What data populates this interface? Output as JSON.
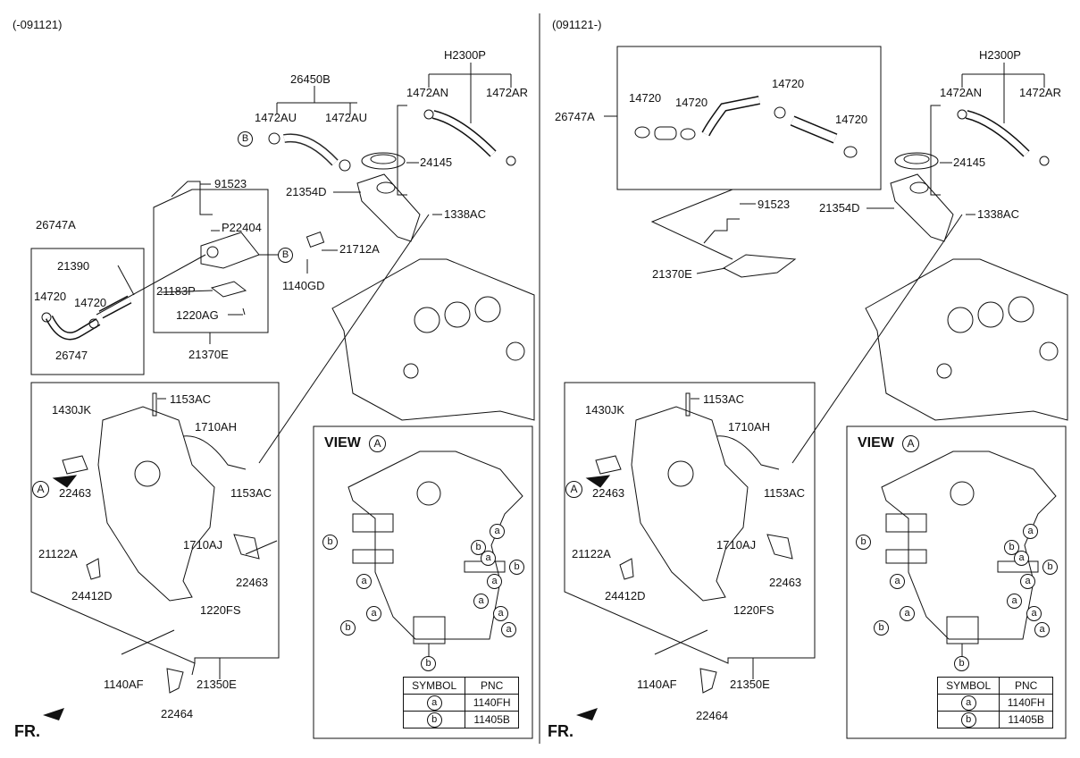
{
  "left": {
    "date_code": "(-091121)",
    "labels": {
      "h2300p": "H2300P",
      "p26450b": "26450B",
      "p1472au_a": "1472AU",
      "p1472au_b": "1472AU",
      "p1472an": "1472AN",
      "p1472ar": "1472AR",
      "p91523": "91523",
      "p24145": "24145",
      "p21354d": "21354D",
      "p1338ac": "1338AC",
      "p26747a": "26747A",
      "p22404": "P22404",
      "p21712a": "21712A",
      "p21390": "21390",
      "p14720_a": "14720",
      "p14720_b": "14720",
      "p21183p": "21183P",
      "p1140gd": "1140GD",
      "p1220ag": "1220AG",
      "p26747": "26747",
      "p21370e": "21370E",
      "p1430jk": "1430JK",
      "p1153ac_a": "1153AC",
      "p1710ah": "1710AH",
      "p1153ac_b": "1153AC",
      "p22463_a": "22463",
      "p1710aj": "1710AJ",
      "p21122a": "21122A",
      "p24412d": "24412D",
      "p22463_b": "22463",
      "p1220fs": "1220FS",
      "p1140af": "1140AF",
      "p21350e": "21350E",
      "p22464": "22464"
    }
  },
  "right": {
    "date_code": "(091121-)",
    "labels": {
      "h2300p": "H2300P",
      "p14720_a": "14720",
      "p14720_b": "14720",
      "p14720_c": "14720",
      "p14720_d": "14720",
      "p1472an": "1472AN",
      "p1472ar": "1472AR",
      "p26747a": "26747A",
      "p24145": "24145",
      "p21354d": "21354D",
      "p1338ac": "1338AC",
      "p91523": "91523",
      "p21370e": "21370E",
      "p1430jk": "1430JK",
      "p1153ac_a": "1153AC",
      "p1710ah": "1710AH",
      "p1153ac_b": "1153AC",
      "p22463_a": "22463",
      "p1710aj": "1710AJ",
      "p21122a": "21122A",
      "p24412d": "24412D",
      "p22463_b": "22463",
      "p1220fs": "1220FS",
      "p1140af": "1140AF",
      "p21350e": "21350E",
      "p22464": "22464"
    }
  },
  "markers": {
    "A": "A",
    "B": "B",
    "a": "a",
    "b": "b"
  },
  "view": {
    "title": "VIEW",
    "marker": "A"
  },
  "symbol_table": {
    "headers": [
      "SYMBOL",
      "PNC"
    ],
    "rows": [
      [
        "a",
        "1140FH"
      ],
      [
        "b",
        "11405B"
      ]
    ]
  },
  "fr_label": "FR."
}
